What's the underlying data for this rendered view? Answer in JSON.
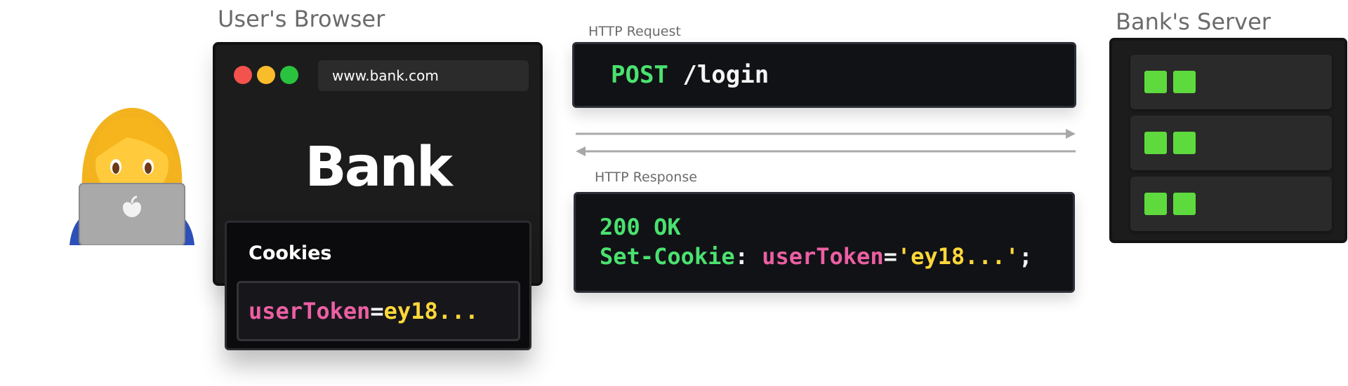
{
  "browser_section": {
    "title": "User's Browser",
    "url": "www.bank.com",
    "logo_text": "Bank",
    "window_dots": [
      "#f4524d",
      "#f9bc2b",
      "#2ac33f"
    ]
  },
  "cookies": {
    "title": "Cookies",
    "name": "userToken",
    "equals": "=",
    "value": "ey18..."
  },
  "request": {
    "label": "HTTP Request",
    "method": "POST",
    "path": " /login"
  },
  "response": {
    "label": "HTTP Response",
    "status": "200 OK",
    "header_name": "Set-Cookie",
    "colon": ": ",
    "cookie_name": "userToken",
    "equals": "=",
    "cookie_value": "'ey18...'",
    "semicolon": ";"
  },
  "server_section": {
    "title": "Bank's Server",
    "rack_count": 3
  },
  "colors": {
    "code_green": "#4ae26f",
    "code_pink": "#ec5fa3",
    "code_yellow": "#ffd83a",
    "led_green": "#5fda3e"
  },
  "icons": {
    "person": "woman-technologist-icon",
    "laptop": "laptop-icon",
    "arrow_right": "arrow-right-icon",
    "arrow_left": "arrow-left-icon"
  }
}
